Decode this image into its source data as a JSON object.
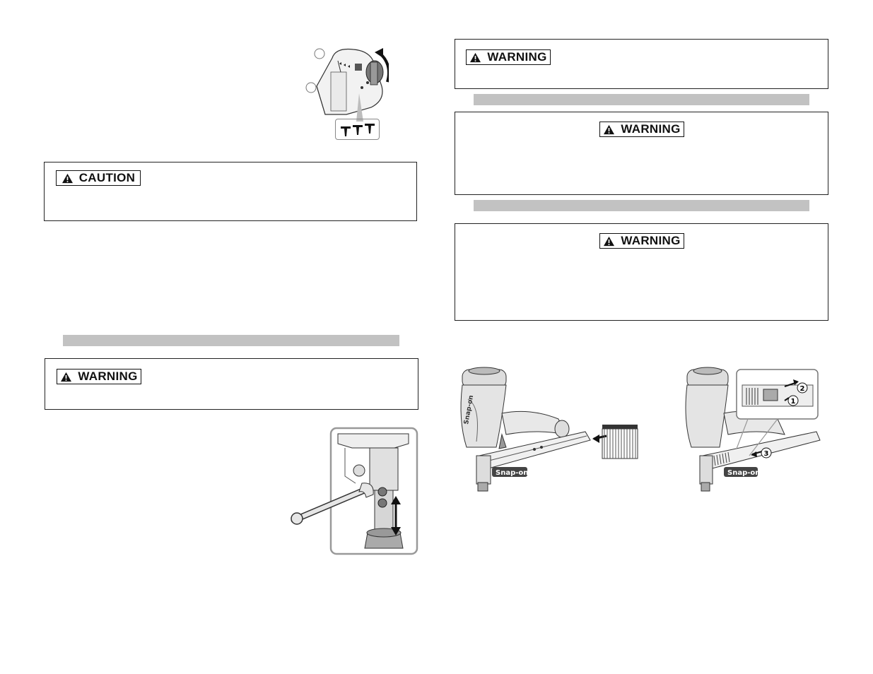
{
  "depth_figure": {
    "icon": "nail-depth-icon"
  },
  "caution_box": {
    "signal_word": "CAUTION",
    "icon": "warning-triangle-icon"
  },
  "left_warning_box": {
    "signal_word": "WARNING",
    "icon": "warning-triangle-icon"
  },
  "right_warning_box_1": {
    "signal_word": "WARNING",
    "icon": "warning-triangle-icon"
  },
  "right_warning_box_2": {
    "signal_word": "WARNING",
    "icon": "warning-triangle-icon"
  },
  "right_warning_box_3": {
    "signal_word": "WARNING",
    "icon": "warning-triangle-icon"
  },
  "nailer_figure_left": {
    "brand_mark": "Snap-on"
  },
  "nailer_figure_right": {
    "brand_mark": "Snap-on",
    "callouts": [
      "1",
      "2",
      "3"
    ]
  },
  "colors": {
    "accent_grey": "#c2c2c2",
    "ink": "#111111"
  }
}
